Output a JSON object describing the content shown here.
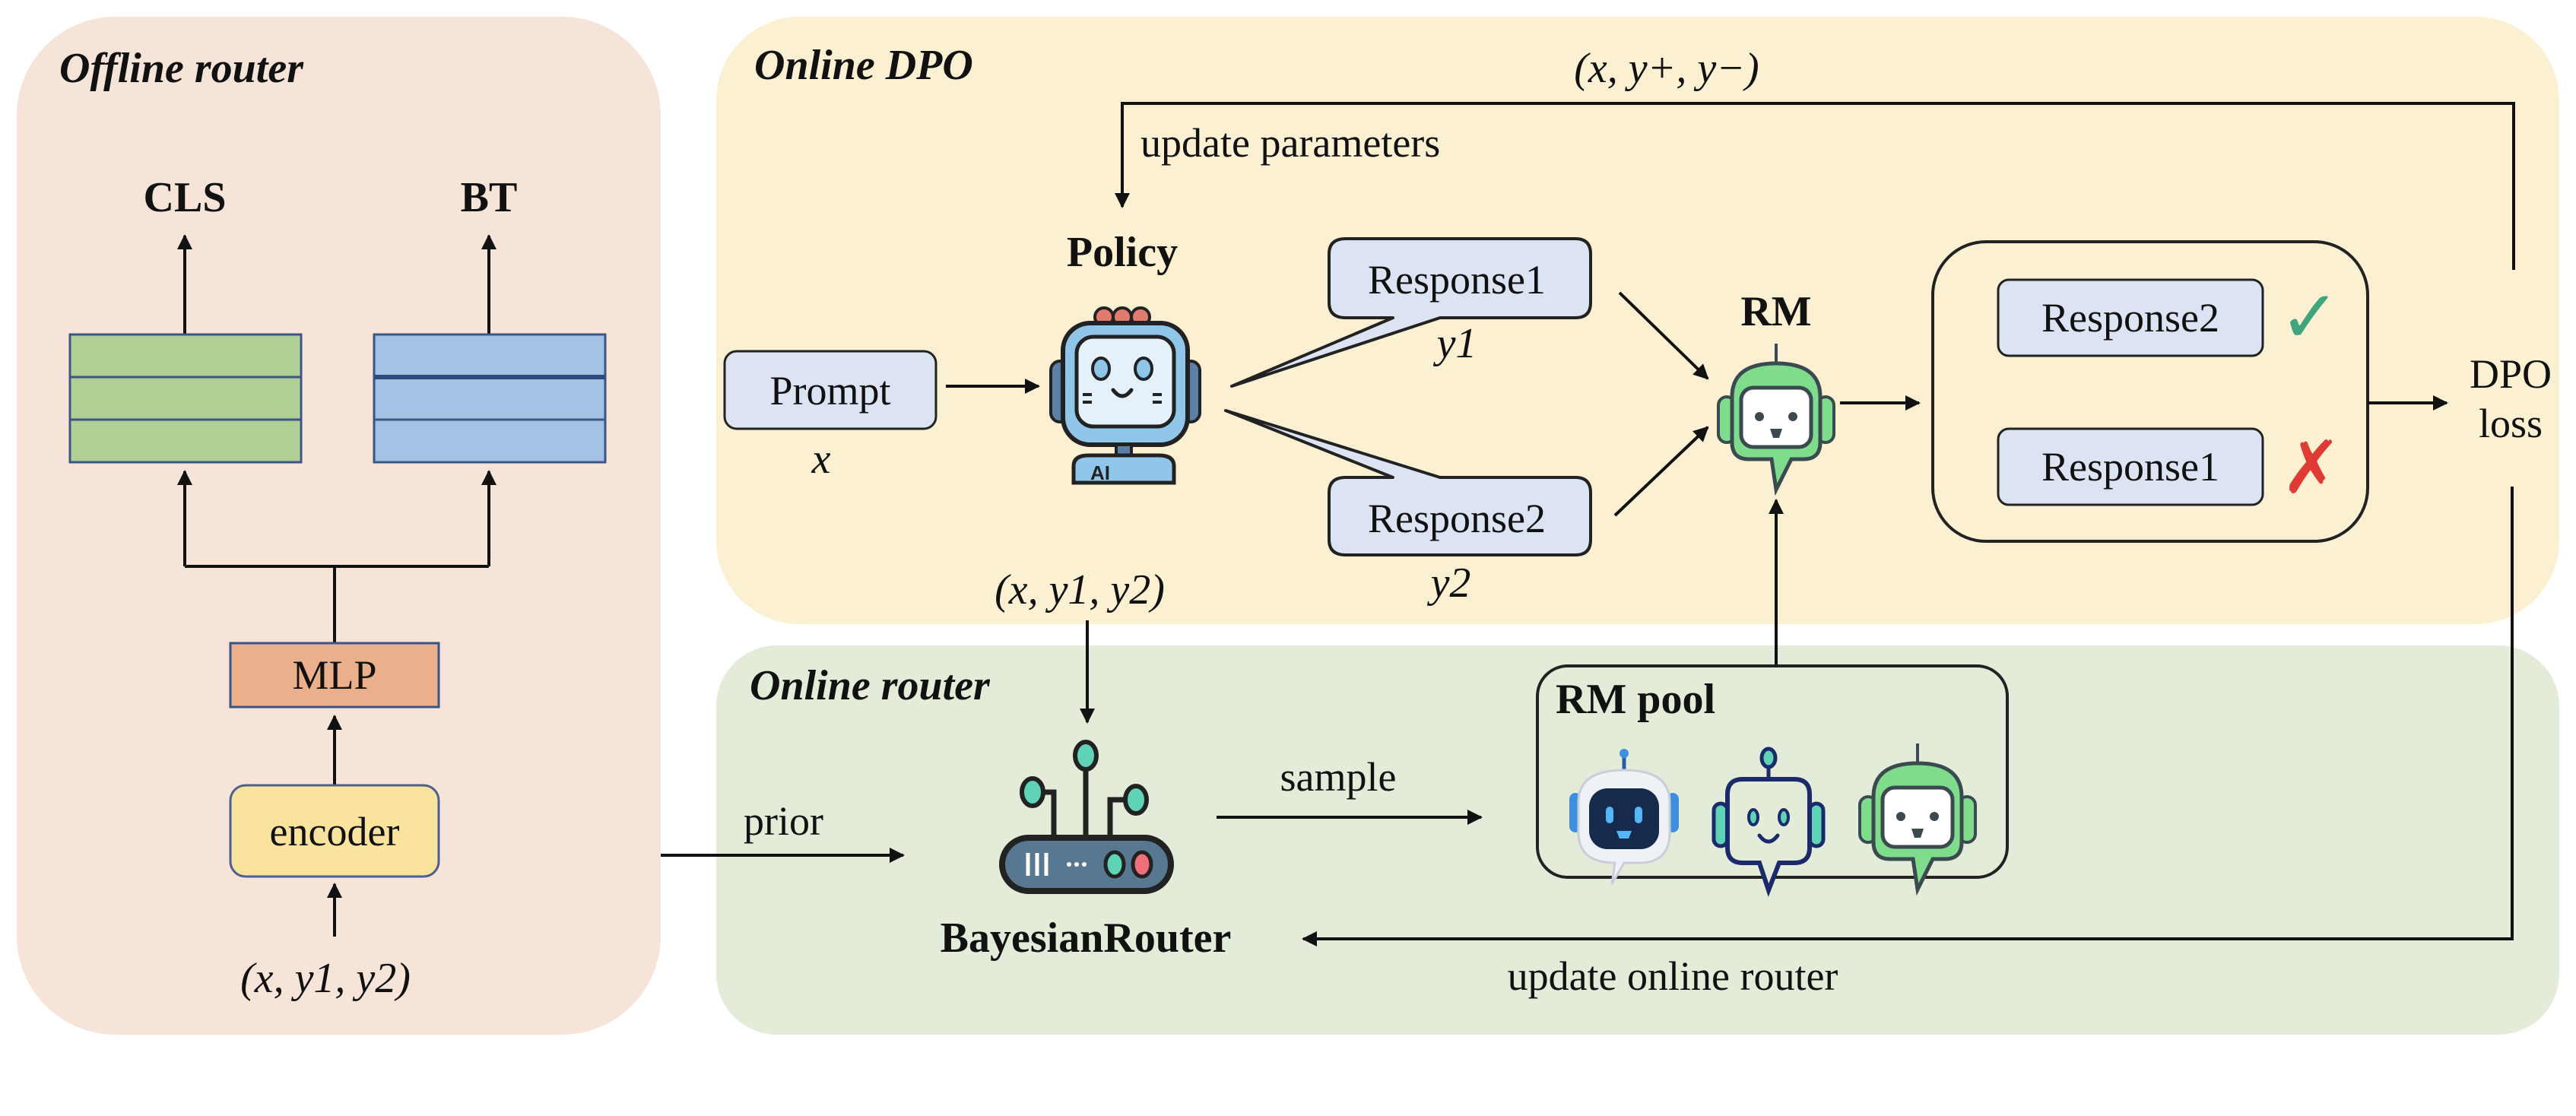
{
  "panels": {
    "offline": {
      "title": "Offline router",
      "heads": {
        "cls": "CLS",
        "bt": "BT"
      },
      "mlp": "MLP",
      "encoder": "encoder",
      "input": "(x, y1, y2)",
      "prior_label": "prior"
    },
    "online_dpo": {
      "title": "Online DPO",
      "feedback_label": "(x, y+, y−)",
      "update_label": "update parameters",
      "policy_label": "Policy",
      "prompt": "Prompt",
      "prompt_var": "x",
      "response1": "Response1",
      "response1_var": "y1",
      "response2": "Response2",
      "response2_var": "y2",
      "rm_label": "RM",
      "ranked": [
        {
          "label": "Response2",
          "verdict": "✓",
          "verdict_name": "chosen"
        },
        {
          "label": "Response1",
          "verdict": "✗",
          "verdict_name": "rejected"
        }
      ],
      "loss_line1": "DPO",
      "loss_line2": "loss",
      "tuple_label": "(x, y1, y2)"
    },
    "online_router": {
      "title": "Online router",
      "router_label": "BayesianRouter",
      "sample_label": "sample",
      "pool_label": "RM pool",
      "update_label": "update online router"
    }
  },
  "colors": {
    "offline_bg": "#f6e4d9",
    "dpo_bg": "#fcf0d2",
    "router_bg": "#e3ecd8",
    "cls_fill": "#b0cf94",
    "bt_fill": "#a4c2e4",
    "mlp_fill": "#eab08c",
    "encoder_fill": "#fae39c",
    "response_fill": "#dce3f2",
    "check": "#3fa57c",
    "cross": "#e03a35"
  }
}
